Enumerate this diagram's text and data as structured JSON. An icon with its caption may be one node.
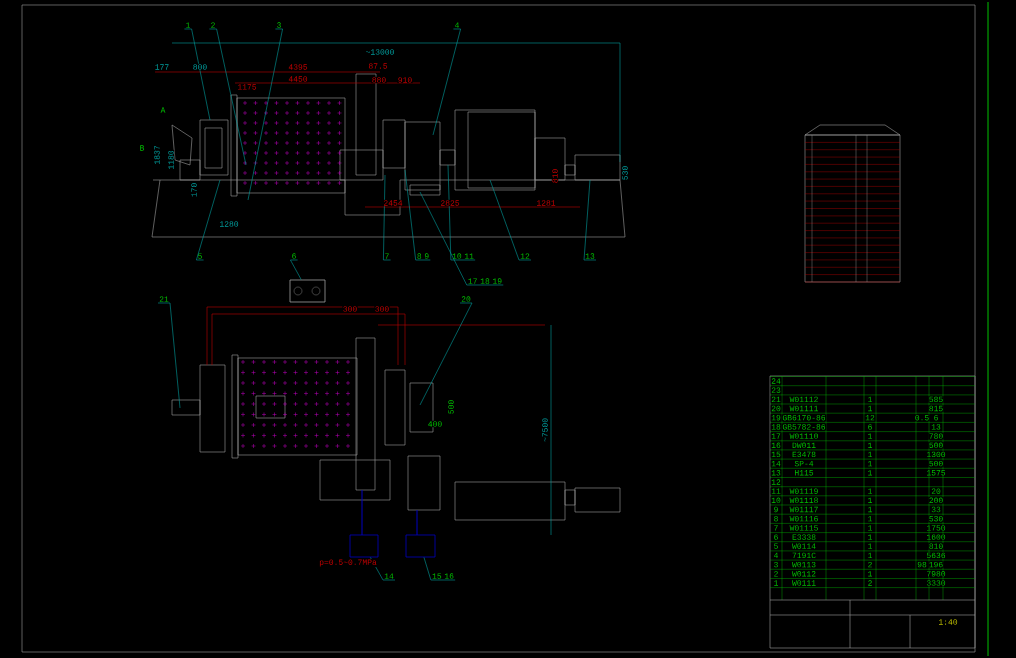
{
  "diagram": {
    "nodes": [
      {
        "text": [
          "1"
        ]
      },
      {
        "text": [
          "2"
        ]
      },
      {
        "text": [
          "3"
        ]
      },
      {
        "text": [
          "4"
        ]
      },
      {
        "text": [
          "5"
        ]
      },
      {
        "text": [
          "6"
        ]
      },
      {
        "text": [
          "7"
        ]
      },
      {
        "text": [
          "8",
          "9"
        ]
      },
      {
        "text": [
          "10",
          "11"
        ]
      },
      {
        "text": [
          "12"
        ]
      },
      {
        "text": [
          "13"
        ]
      },
      {
        "text": [
          "17",
          "18",
          "19"
        ]
      },
      {
        "text": [
          "21"
        ]
      },
      {
        "text": [
          "20"
        ]
      },
      {
        "text": [
          "14"
        ]
      },
      {
        "text": [
          "15",
          "16"
        ]
      },
      {
        "text": [],
        "shape": "box"
      },
      {
        "text": [],
        "shape": "box"
      },
      {
        "text": [],
        "shape": "box"
      }
    ],
    "edges": [
      {
        "from": 0,
        "to": null,
        "arrow": "none"
      },
      {
        "from": 1,
        "to": null,
        "arrow": "none"
      },
      {
        "from": 2,
        "to": null,
        "arrow": "none"
      },
      {
        "from": 3,
        "to": null,
        "arrow": "none"
      },
      {
        "from": 4,
        "to": null,
        "arrow": "none"
      },
      {
        "from": 5,
        "to": 16,
        "arrow": "none"
      },
      {
        "from": 6,
        "to": null,
        "arrow": "none"
      },
      {
        "from": 7,
        "to": null,
        "arrow": "none"
      },
      {
        "from": 8,
        "to": null,
        "arrow": "none"
      },
      {
        "from": 9,
        "to": null,
        "arrow": "none"
      },
      {
        "from": 10,
        "to": null,
        "arrow": "none"
      },
      {
        "from": 11,
        "to": null,
        "arrow": "none"
      },
      {
        "from": 12,
        "to": null,
        "arrow": "none"
      },
      {
        "from": 13,
        "to": null,
        "arrow": "none"
      },
      {
        "from": 14,
        "to": 17,
        "arrow": "none"
      },
      {
        "from": 15,
        "to": 18,
        "arrow": "none"
      }
    ],
    "labels": [
      "A",
      "B",
      "~13000",
      "177",
      "800",
      "4395",
      "4450",
      "1175",
      "87.5",
      "880",
      "910",
      "1837",
      "1180",
      "170",
      "1280",
      "2454",
      "2825",
      "1281",
      "810",
      "530",
      "300",
      "300",
      "~7500",
      "500",
      "400",
      "p=0.5~0.7MPa",
      "1:40",
      "24",
      "23",
      "21",
      "W01112",
      "1",
      "585",
      "20",
      "W01111",
      "1",
      "815",
      "19",
      "GB6170-86",
      "12",
      "0.5",
      "6",
      "18",
      "GB5782-86",
      "6",
      "13",
      "17",
      "W01110",
      "1",
      "780",
      "16",
      "DW011",
      "1",
      "500",
      "15",
      "E3478",
      "1",
      "1300",
      "14",
      "SP-4",
      "1",
      "500",
      "13",
      "H115",
      "1",
      "1575",
      "12",
      "11",
      "W01119",
      "1",
      "20",
      "10",
      "W01118",
      "1",
      "200",
      "9",
      "W01117",
      "1",
      "33",
      "8",
      "W01116",
      "1",
      "530",
      "7",
      "W01115",
      "1",
      "1750",
      "6",
      "E3338",
      "1",
      "1600",
      "5",
      "W0114",
      "1",
      "810",
      "4",
      "7191C",
      "1",
      "5636",
      "3",
      "W0113",
      "2",
      "98",
      "196",
      "2",
      "W0112",
      "1",
      "7980",
      "1",
      "W0111",
      "2",
      "3330"
    ]
  }
}
